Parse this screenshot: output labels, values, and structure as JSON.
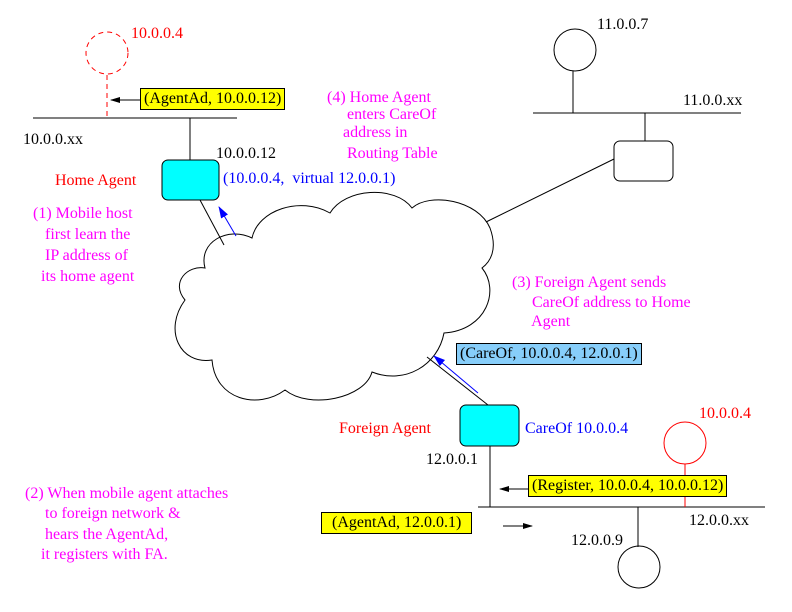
{
  "colors": {
    "agent_fill": "#00ffff",
    "message_fill_yellow": "#ffff00",
    "message_fill_blue": "#87cefa",
    "mobile_host": "#ff0000",
    "annotation": "#ff00ff",
    "address_blue": "#0000ff",
    "arrow_blue": "#0000ff"
  },
  "home_network": {
    "label": "10.0.0.xx",
    "agent_label": "Home Agent",
    "agent_address": "10.0.0.12",
    "binding": "(10.0.0.4,  virtual 12.0.0.1)",
    "mobile_host_ghost_address": "10.0.0.4",
    "agent_ad_message": "(AgentAd, 10.0.0.12)"
  },
  "remote_network": {
    "label": "11.0.0.xx",
    "host_address": "11.0.0.7"
  },
  "foreign_network": {
    "label": "12.0.0.xx",
    "agent_label": "Foreign Agent",
    "agent_address": "12.0.0.1",
    "careof_label": "CareOf 10.0.0.4",
    "mobile_host_address": "10.0.0.4",
    "local_host_address": "12.0.0.9",
    "register_message": "(Register, 10.0.0.4, 10.0.0.12)",
    "agent_ad_message": "(AgentAd, 12.0.0.1)",
    "careof_message": "(CareOf, 10.0.0.4, 12.0.0.1)"
  },
  "steps": [
    {
      "lines": [
        "(1) Mobile host",
        "   first learn the",
        "   IP address of",
        "  its home agent"
      ]
    },
    {
      "lines": [
        "(2) When mobile agent attaches",
        "     to foreign network &",
        "     hears the AgentAd,",
        "    it registers with FA."
      ]
    },
    {
      "lines": [
        "(3) Foreign Agent sends",
        "     CareOf address to Home",
        "     Agent"
      ]
    },
    {
      "lines": [
        "(4) Home Agent",
        "     enters CareOf",
        "    address in",
        "     Routing Table"
      ]
    }
  ]
}
